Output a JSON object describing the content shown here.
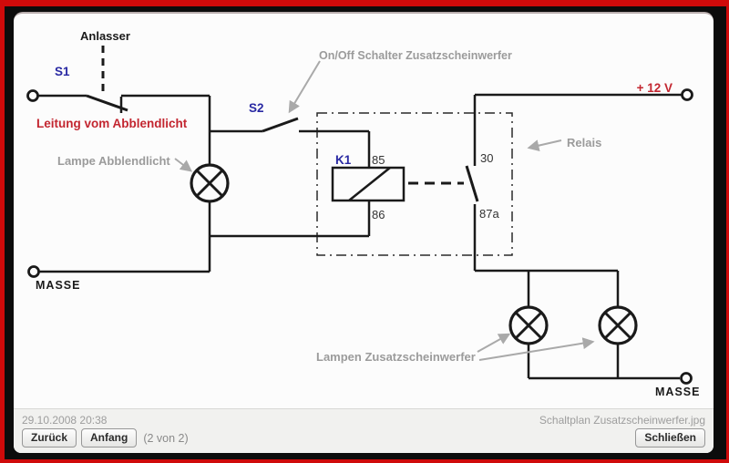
{
  "window": {
    "border_color": "#cf0a0a",
    "frame_color": "#0c0c0c",
    "canvas_color": "#fcfcfc"
  },
  "diagram": {
    "labels": {
      "anlasser": "Anlasser",
      "s1": "S1",
      "leitung_abblendlicht": "Leitung vom Abblendlicht",
      "lampe_abblendlicht": "Lampe Abblendlicht",
      "s2": "S2",
      "onoff_schalter": "On/Off Schalter Zusatzscheinwerfer",
      "k1": "K1",
      "pin85": "85",
      "pin86": "86",
      "pin30": "30",
      "pin87a": "87a",
      "relais": "Relais",
      "plus12v": "+ 12 V",
      "masse_left": "MASSE",
      "masse_right": "MASSE",
      "lampen_zusatzscheinwerfer": "Lampen Zusatzscheinwerfer"
    },
    "colors": {
      "wire": "#1a1a1a",
      "label_gray": "#9b9b9b",
      "label_blue": "#2929a3",
      "label_red": "#c32630",
      "annotation_arrow": "#a9a9a9"
    }
  },
  "statusbar": {
    "timestamp": "29.10.2008 20:38",
    "filename": "Schaltplan Zusatzscheinwerfer.jpg",
    "page_indicator": "(2 von 2)",
    "back_label": "Zurück",
    "first_label": "Anfang",
    "close_label": "Schließen"
  }
}
